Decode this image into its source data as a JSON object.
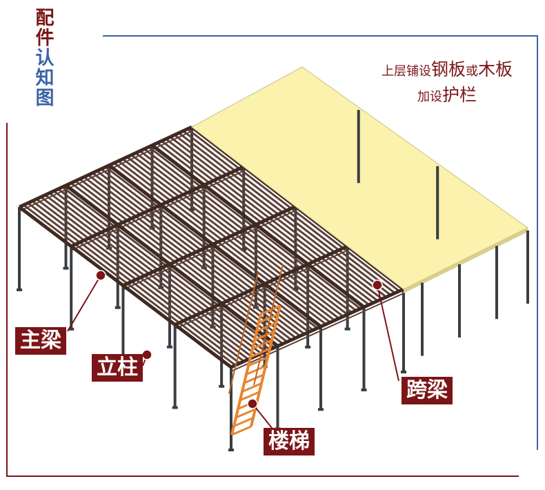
{
  "title_chars": [
    "配",
    "件",
    "认",
    "知",
    "图"
  ],
  "note": {
    "line1": [
      {
        "text": "上层铺设",
        "size": "s"
      },
      {
        "text": "钢板",
        "size": "b"
      },
      {
        "text": "或",
        "size": "s"
      },
      {
        "text": "木板",
        "size": "b"
      }
    ],
    "line2": [
      {
        "text": "加设",
        "size": "s"
      },
      {
        "text": "护栏",
        "size": "b"
      }
    ]
  },
  "labels": {
    "main_beam": "主梁",
    "column": "立柱",
    "cross_beam": "跨梁",
    "stair": "楼梯"
  },
  "colors": {
    "accent": "#7b1518",
    "blue": "#3b63a6",
    "steel": "#5b4036",
    "column": "#3a3e43",
    "deck": "#fbf2ad",
    "stair": "#e8852f"
  }
}
